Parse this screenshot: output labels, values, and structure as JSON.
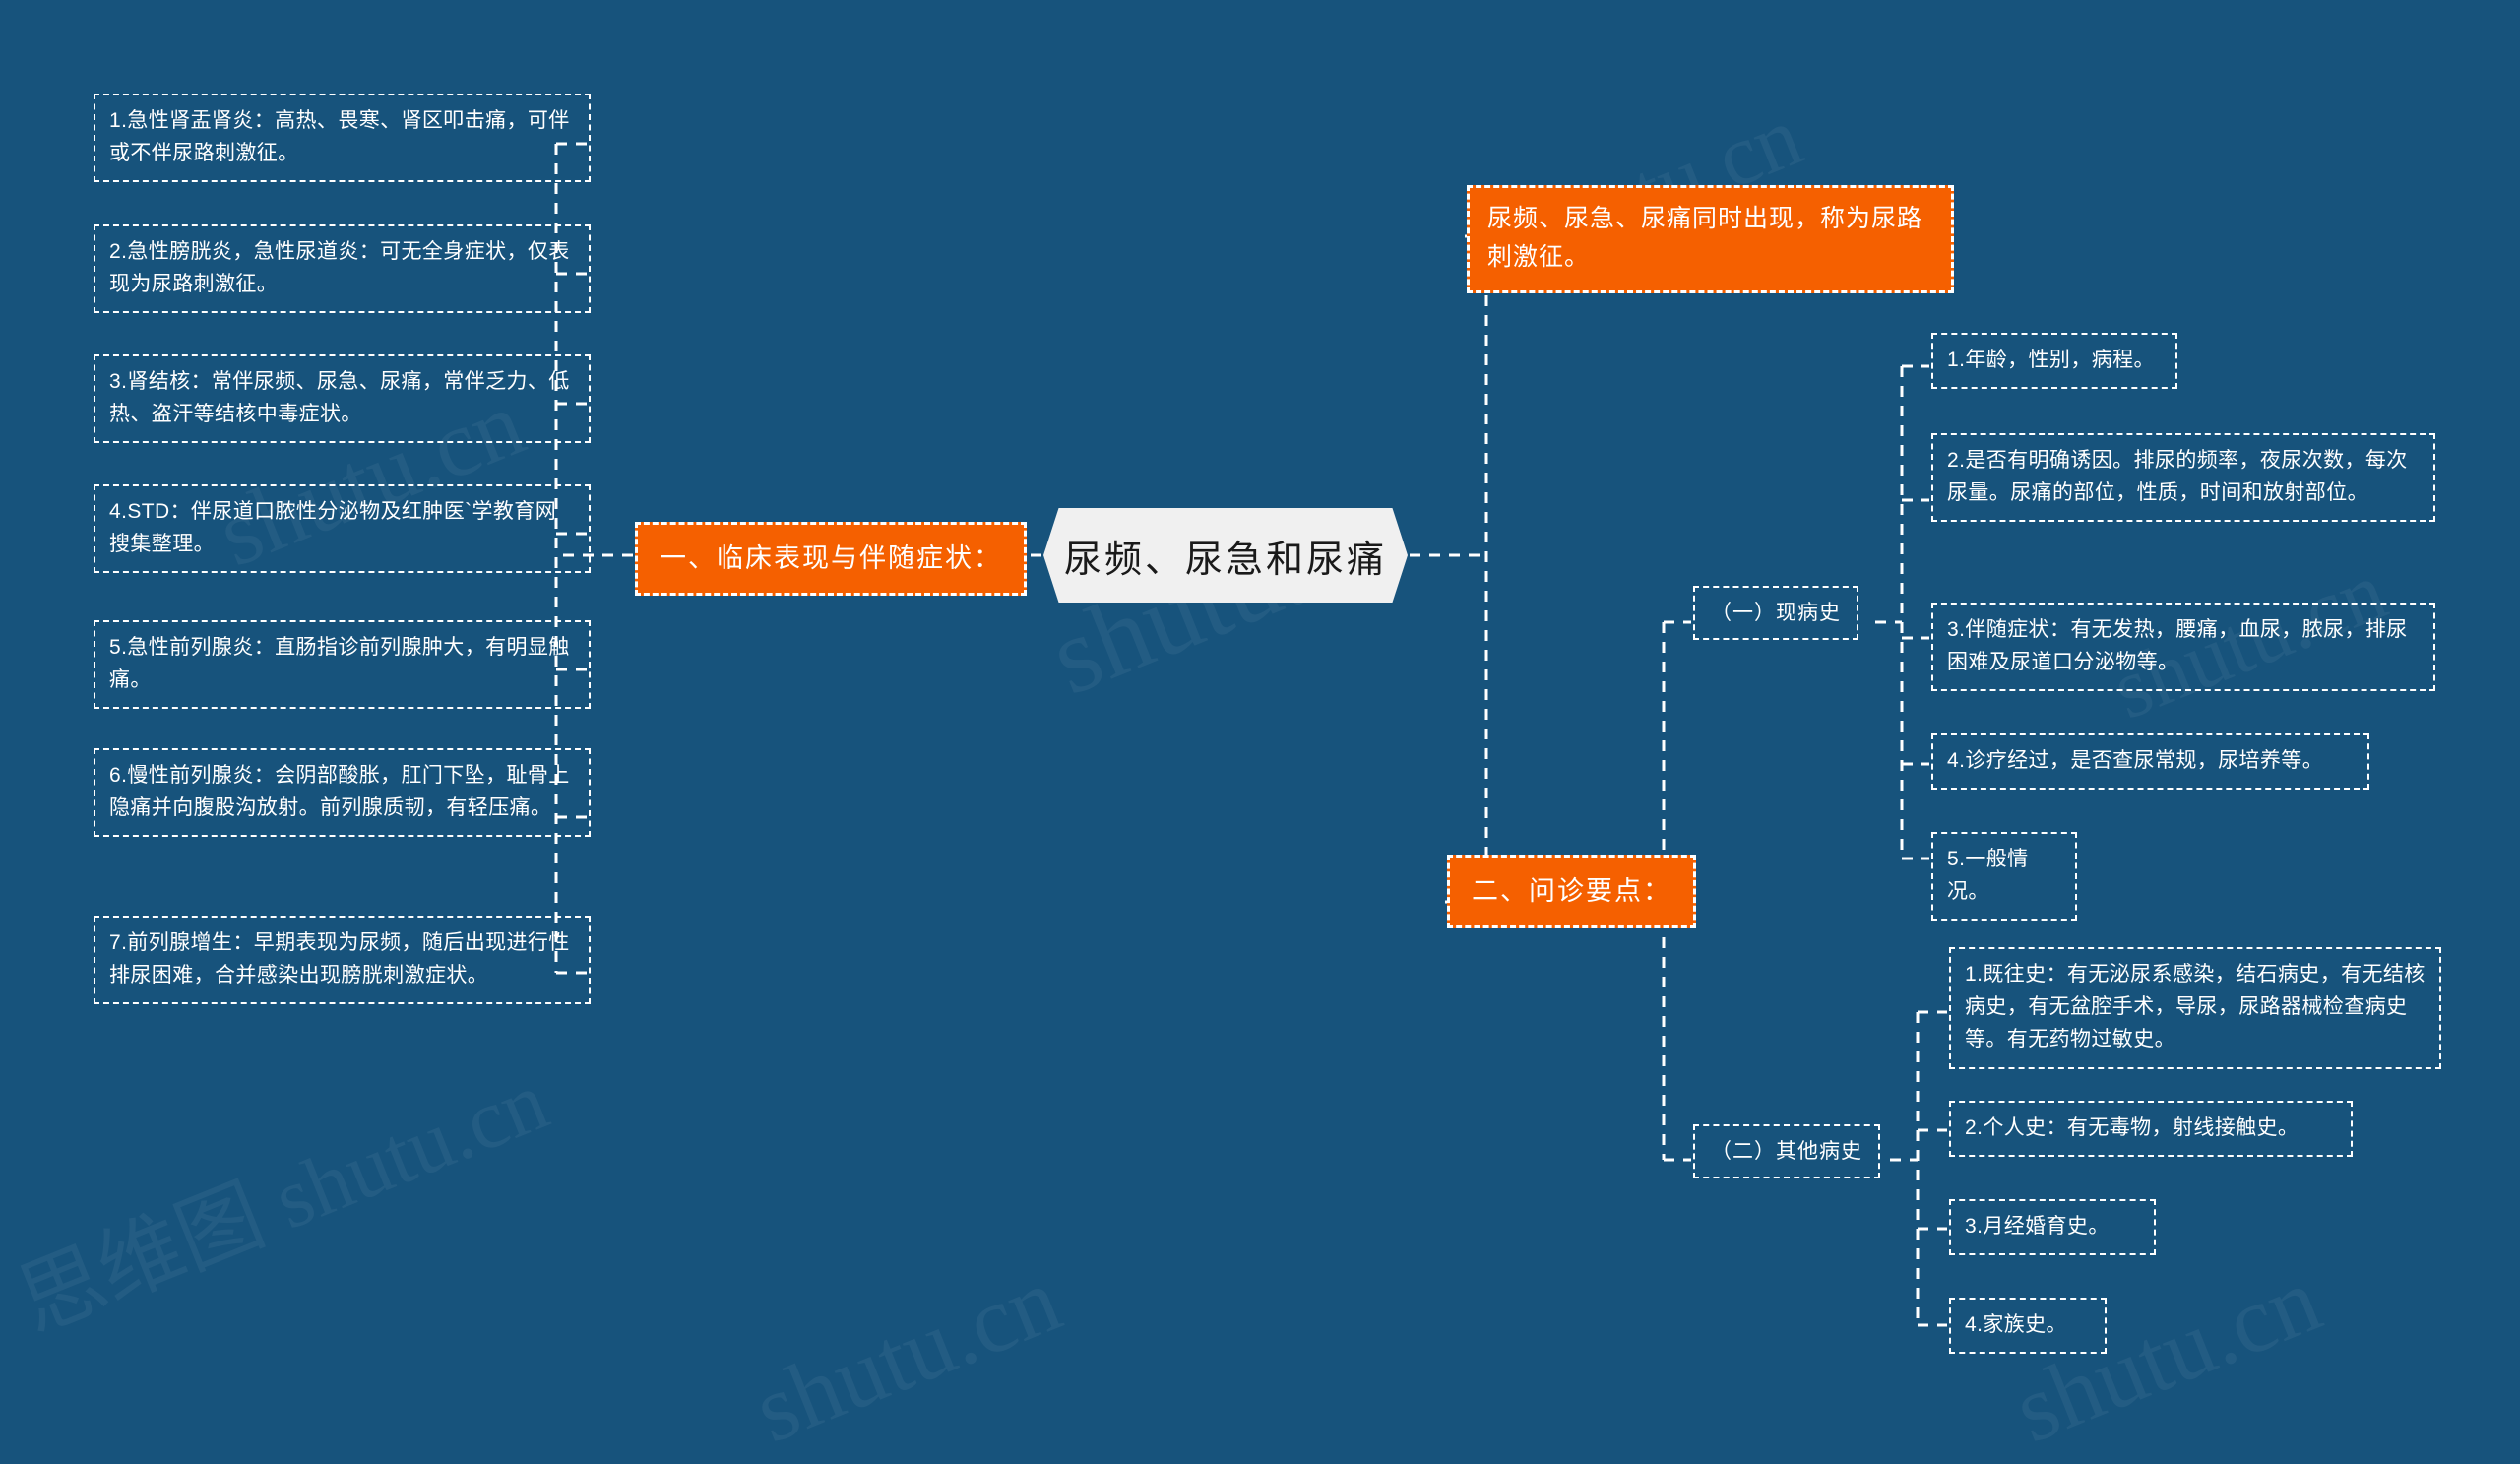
{
  "center": {
    "title": "尿频、尿急和尿痛"
  },
  "watermarks": [
    "shutu.cn",
    "shutu.cn",
    "shutu.cn",
    "shutu.cn",
    "shutu.cn",
    "思维图 shutu.cn",
    "shutu.cn"
  ],
  "colors": {
    "background": "#17537c",
    "accent_orange": "#f56000",
    "node_border": "#ffffff",
    "center_fill": "#f0f0f0",
    "center_text": "#1a1a1a",
    "text": "#ffffff"
  },
  "callout": {
    "text": "尿频、尿急、尿痛同时出现，称为尿路刺激征。"
  },
  "branches": [
    {
      "id": "clinical",
      "label": "一、临床表现与伴随症状：",
      "side": "left",
      "items": [
        "1.急性肾盂肾炎：高热、畏寒、肾区叩击痛，可伴或不伴尿路刺激征。",
        "2.急性膀胱炎，急性尿道炎：可无全身症状，仅表现为尿路刺激征。",
        "3.肾结核：常伴尿频、尿急、尿痛，常伴乏力、低热、盗汗等结核中毒症状。",
        "4.STD：伴尿道口脓性分泌物及红肿医`学教育网搜集整理。",
        "5.急性前列腺炎：直肠指诊前列腺肿大，有明显触痛。",
        "6.慢性前列腺炎：会阴部酸胀，肛门下坠，耻骨上隐痛并向腹股沟放射。前列腺质韧，有轻压痛。",
        "7.前列腺增生：早期表现为尿频，随后出现进行性排尿困难，合并感染出现膀胱刺激症状。"
      ]
    },
    {
      "id": "inquiry",
      "label": "二、问诊要点：",
      "side": "right",
      "subgroups": [
        {
          "label": "（一）现病史",
          "items": [
            "1.年龄，性别，病程。",
            "2.是否有明确诱因。排尿的频率，夜尿次数，每次尿量。尿痛的部位，性质，时间和放射部位。",
            "3.伴随症状：有无发热，腰痛，血尿，脓尿，排尿困难及尿道口分泌物等。",
            "4.诊疗经过，是否查尿常规，尿培养等。",
            "5.一般情况。"
          ]
        },
        {
          "label": "（二）其他病史",
          "items": [
            "1.既往史：有无泌尿系感染，结石病史，有无结核病史，有无盆腔手术，导尿，尿路器械检查病史等。有无药物过敏史。",
            "2.个人史：有无毒物，射线接触史。",
            "3.月经婚育史。",
            "4.家族史。"
          ]
        }
      ]
    }
  ]
}
